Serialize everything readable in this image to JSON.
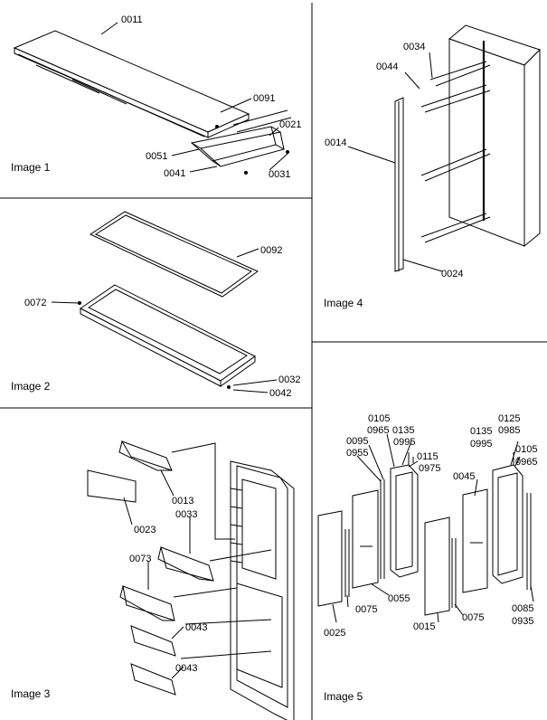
{
  "panels": {
    "image1": {
      "caption": "Image 1",
      "labels": [
        "0011",
        "0091",
        "0021",
        "0051",
        "0041",
        "0031"
      ]
    },
    "image2": {
      "caption": "Image 2",
      "labels": [
        "0092",
        "0072",
        "0032",
        "0042"
      ]
    },
    "image3": {
      "caption": "Image 3",
      "labels": [
        "0013",
        "0023",
        "0033",
        "0073",
        "0043",
        "0043"
      ]
    },
    "image4": {
      "caption": "Image 4",
      "labels": [
        "0034",
        "0044",
        "0014",
        "0024"
      ]
    },
    "image5": {
      "caption": "Image 5",
      "labels": [
        "0105",
        "0965",
        "0135",
        "0095",
        "0995",
        "0955",
        "0115",
        "0975",
        "0125",
        "0985",
        "0135",
        "0995",
        "0105",
        "0965",
        "0045",
        "0085",
        "0935",
        "0025",
        "0075",
        "0055",
        "0015",
        "0075"
      ]
    }
  }
}
